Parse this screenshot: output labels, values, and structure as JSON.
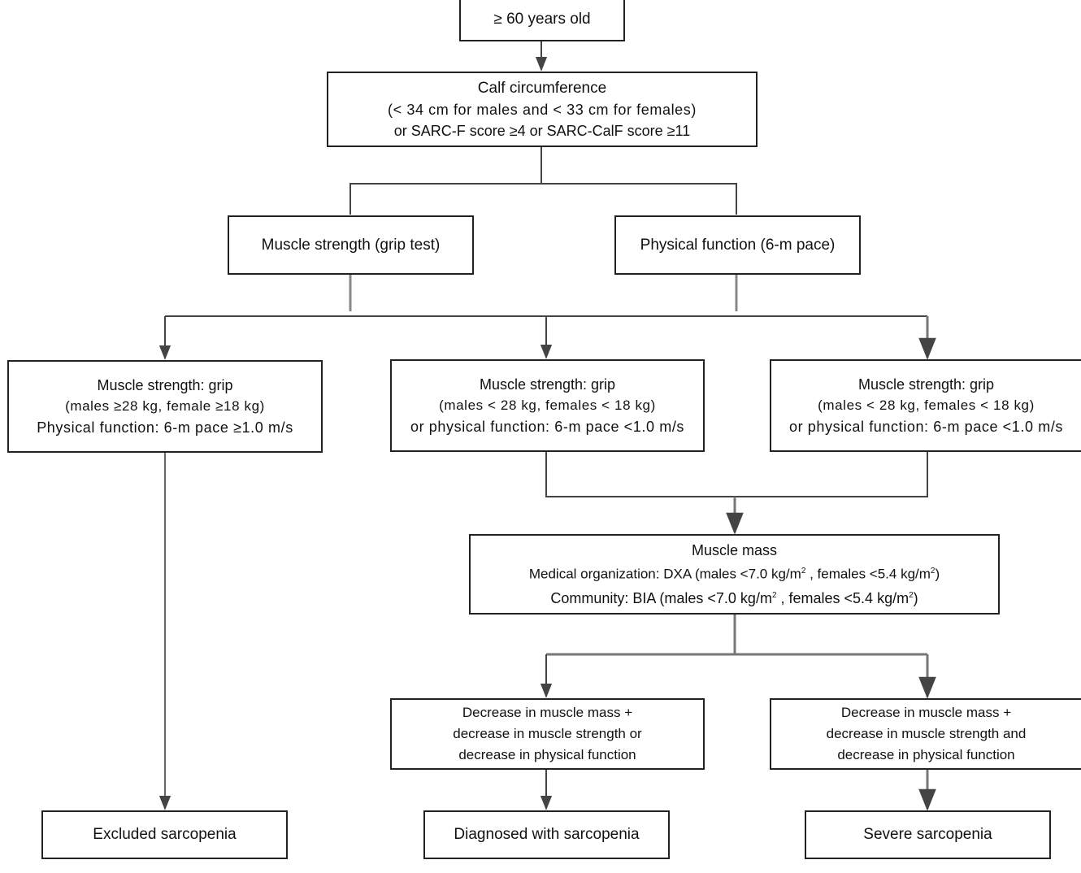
{
  "nodes": {
    "age": {
      "lines": [
        "≥ 60 years old"
      ]
    },
    "screening": {
      "lines": [
        "Calf  circumference",
        "(< 34  cm for males and < 33  cm for females)",
        "or SARC-F score ≥4  or SARC-CalF score ≥11"
      ]
    },
    "strength_test": {
      "lines": [
        "Muscle strength (grip test)"
      ]
    },
    "function_test": {
      "lines": [
        "Physical function (6-m pace)"
      ]
    },
    "normal": {
      "lines": [
        "Muscle strength:  grip",
        "(males ≥28  kg,  female ≥18  kg)",
        "Physical function: 6-m pace ≥1.0  m/s"
      ]
    },
    "low_a": {
      "lines": [
        "Muscle strength:  grip",
        "(males < 28  kg,  females < 18  kg)",
        "or physical function:  6-m pace <1.0  m/s"
      ]
    },
    "low_b": {
      "lines": [
        "Muscle strength:  grip",
        "(males < 28  kg,  females < 18  kg)",
        "or physical function:  6-m pace <1.0  m/s"
      ]
    },
    "muscle_mass": {
      "title": "Muscle  mass",
      "dxa_prefix": "Medical organization:  DXA (males <7.0  kg/m",
      "dxa_mid": " ,  females <5.4  kg/m",
      "dxa_suffix": ")",
      "bia_prefix": "Community:  BIA (males <7.0  kg/m",
      "bia_mid": " , females <5.4  kg/m",
      "bia_suffix": ")",
      "superscript": "2"
    },
    "decrease_or": {
      "lines": [
        "Decrease  in  muscle  mass  +",
        "decrease  in  muscle  strength  or",
        "decrease  in  physical  function"
      ]
    },
    "decrease_and": {
      "lines": [
        "Decrease  in  muscle  mass  +",
        "decrease  in  muscle  strength  and",
        "decrease  in  physical  function"
      ]
    },
    "excluded": {
      "lines": [
        "Excluded sarcopenia"
      ]
    },
    "diagnosed": {
      "lines": [
        "Diagnosed with sarcopenia"
      ]
    },
    "severe": {
      "lines": [
        "Severe sarcopenia"
      ]
    }
  },
  "colors": {
    "stroke": "#222222",
    "connector": "#444444",
    "marker": "#111111",
    "background": "#ffffff"
  }
}
